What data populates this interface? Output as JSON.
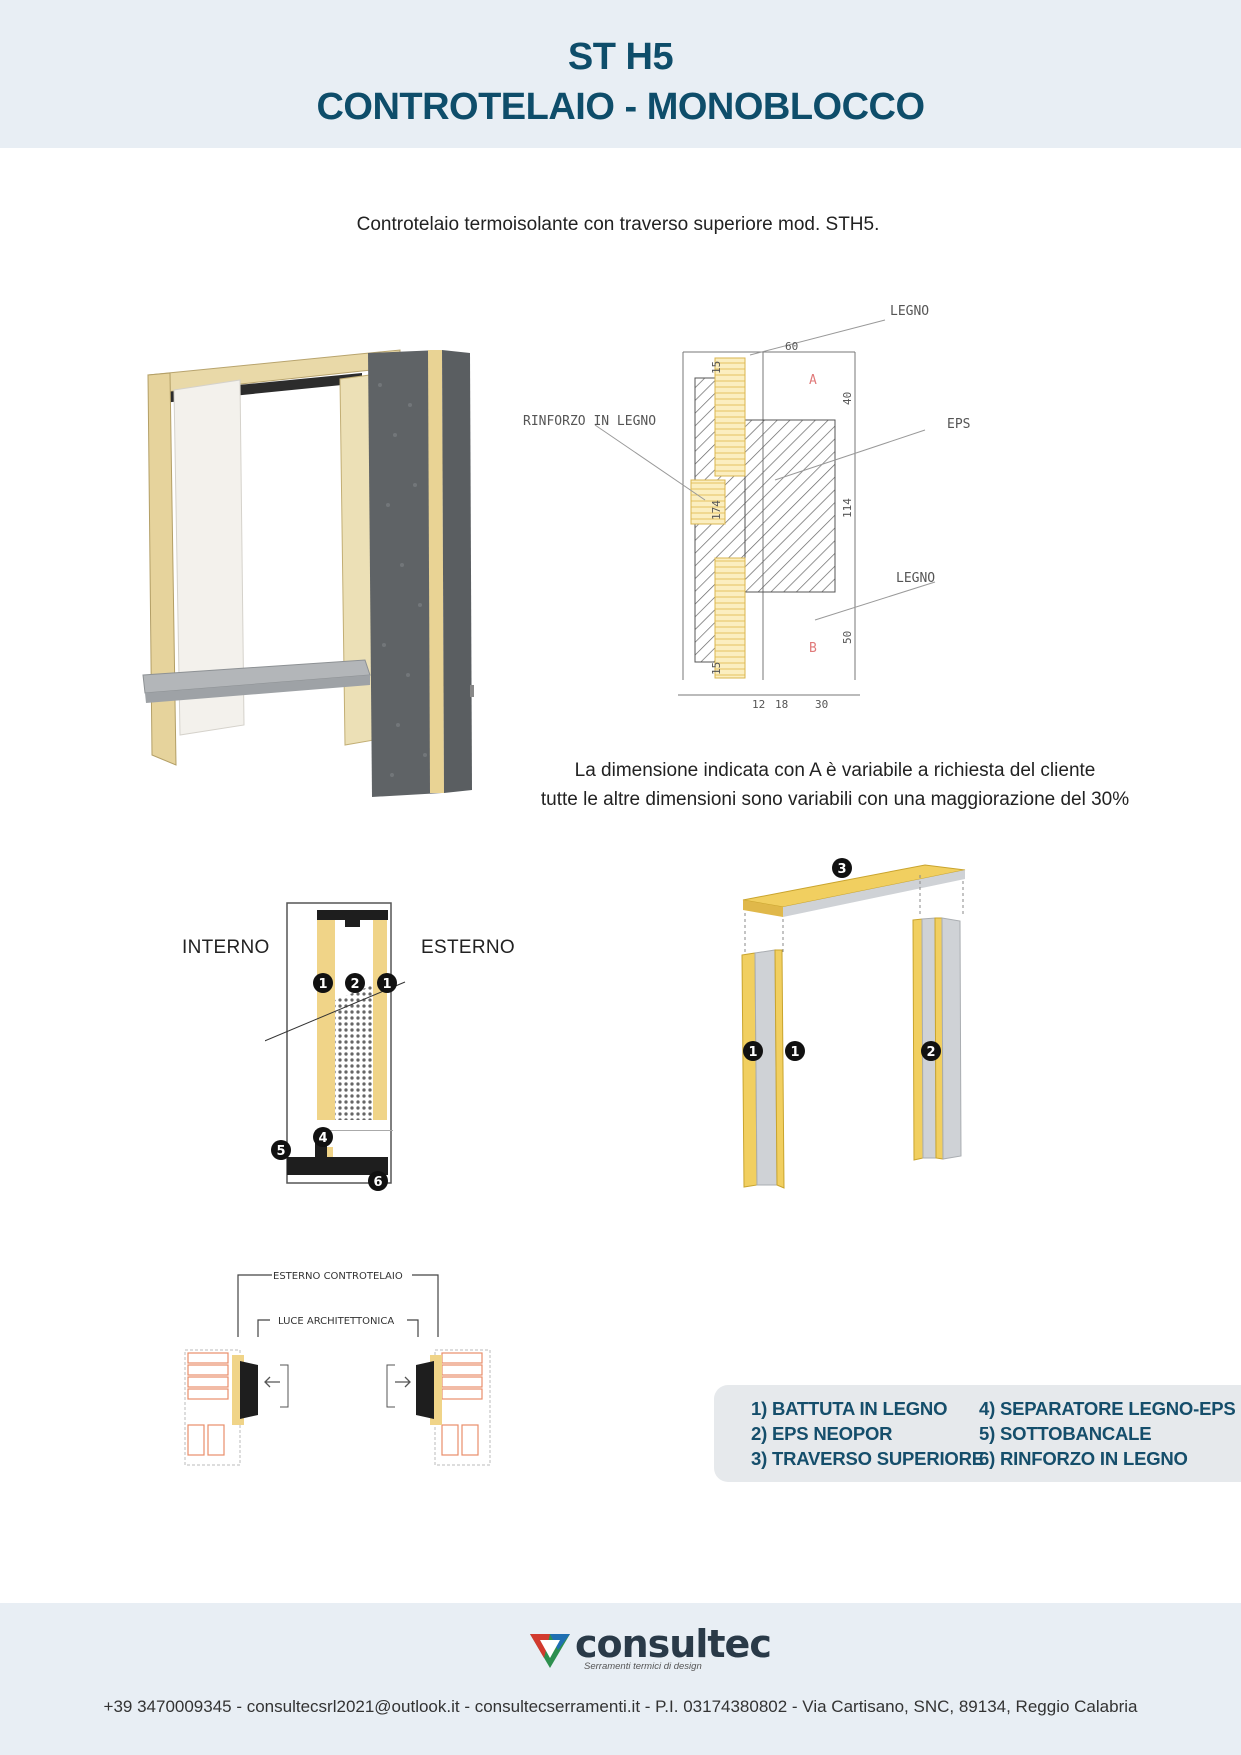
{
  "header": {
    "title_line1": "ST H5",
    "title_line2": "CONTROTELAIO - MONOBLOCCO"
  },
  "intro_text": "Controtelaio termoisolante con traverso superiore mod. STH5.",
  "section_drawing": {
    "labels": {
      "legno_top": "LEGNO",
      "rinforzo": "RINFORZO IN LEGNO",
      "eps": "EPS",
      "legno_bottom": "LEGNO",
      "marker_a": "A",
      "marker_b": "B"
    },
    "dimensions": {
      "top_width": "60",
      "left_top": "15",
      "left_mid": "174",
      "left_bottom": "15",
      "right_top": "40",
      "right_mid": "114",
      "right_bottom": "50",
      "bottom_1": "12",
      "bottom_2": "18",
      "bottom_3": "30"
    }
  },
  "note": {
    "line1": "La dimensione indicata con A è variabile a richiesta del cliente",
    "line2": "tutte le altre dimensioni sono variabili con una maggiorazione del 30%"
  },
  "cross_section": {
    "interno": "INTERNO",
    "esterno": "ESTERNO",
    "markers": [
      "1",
      "2",
      "1",
      "4",
      "5",
      "6"
    ]
  },
  "exploded": {
    "markers": [
      "3",
      "1",
      "1",
      "2"
    ]
  },
  "install": {
    "esterno_controtelaio": "ESTERNO CONTROTELAIO",
    "luce_architettonica": "LUCE ARCHITETTONICA"
  },
  "legend": {
    "items": [
      "1) BATTUTA IN LEGNO",
      "2) EPS NEOPOR",
      "3) TRAVERSO SUPERIORE",
      "4) SEPARATORE LEGNO-EPS",
      "5) SOTTOBANCALE",
      "6) RINFORZO IN LEGNO"
    ]
  },
  "footer": {
    "brand": "consultec",
    "tagline": "Serramenti termici di design",
    "contact": "+39 3470009345 - consultecsrl2021@outlook.it - consultecserramenti.it - P.I. 03174380802 - Via Cartisano, SNC, 89134, Reggio Calabria"
  },
  "colors": {
    "header_bg": "#e8eef4",
    "title": "#0e4d6a",
    "wood": "#f0d488",
    "eps": "#5f6366",
    "legend_text": "#154e6b"
  }
}
